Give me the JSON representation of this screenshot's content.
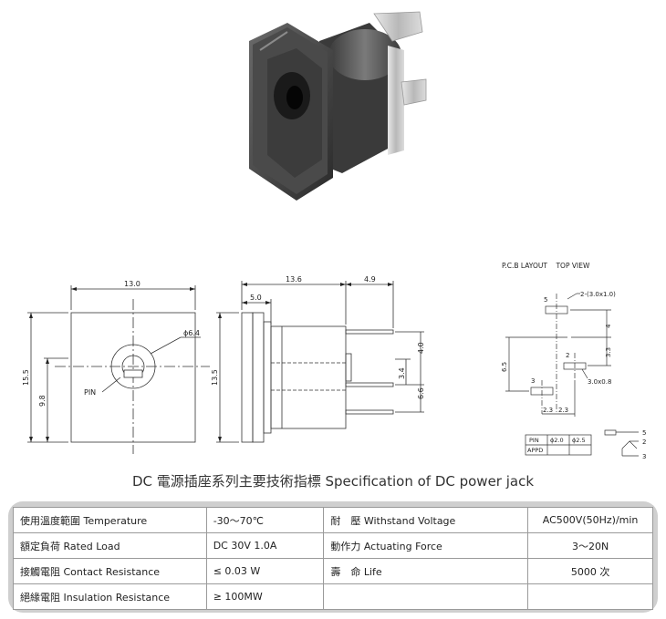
{
  "photo": {
    "alt": "DC power jack product photo"
  },
  "front_view": {
    "width_dim": "13.0",
    "height_dim": "15.5",
    "inner_dim": "9.8",
    "hole_dim": "ϕ6.4",
    "pin_label": "PIN"
  },
  "side_view": {
    "length_dim": "13.6",
    "tab_dim": "4.9",
    "flange_dim": "5.0",
    "height_dim": "13.5",
    "pin_gap_1": "4.0",
    "pin_gap_2": "3.4",
    "pin_span": "6.6"
  },
  "pcb_layout": {
    "title": "P.C.B LAYOUT    TOP VIEW",
    "pad_label_1": "5",
    "pad_size_1": "2-(3.0x1.0)",
    "pad_label_2": "2",
    "pad_size_2": "3.0x0.8",
    "pad_label_3": "3",
    "dim_4": "4",
    "dim_3_3": "3.3",
    "dim_6_5": "6.5",
    "dim_2_3_a": "2.3",
    "dim_2_3_b": "2.3",
    "pin_table": {
      "header": [
        "PIN",
        "ϕ2.0",
        "ϕ2.5"
      ],
      "row": [
        "APPD",
        "",
        ""
      ]
    },
    "schematic_labels": [
      "5",
      "2",
      "3"
    ]
  },
  "caption": "DC  電源插座系列主要技術指標 Specification of DC power jack",
  "spec_table": [
    [
      "使用溫度範圍 Temperature",
      "-30～70℃",
      "耐　壓  Withstand Voltage",
      "AC500V(50Hz)/min"
    ],
    [
      "額定負荷  Rated Load",
      "DC  30V  1.0A",
      "動作力  Actuating Force",
      "3～20N"
    ],
    [
      "接觸電阻  Contact Resistance",
      "≤ 0.03 W",
      "壽　命  Life",
      "5000 次"
    ],
    [
      "絕緣電阻  Insulation Resistance",
      "≥ 100MW",
      "",
      ""
    ]
  ]
}
